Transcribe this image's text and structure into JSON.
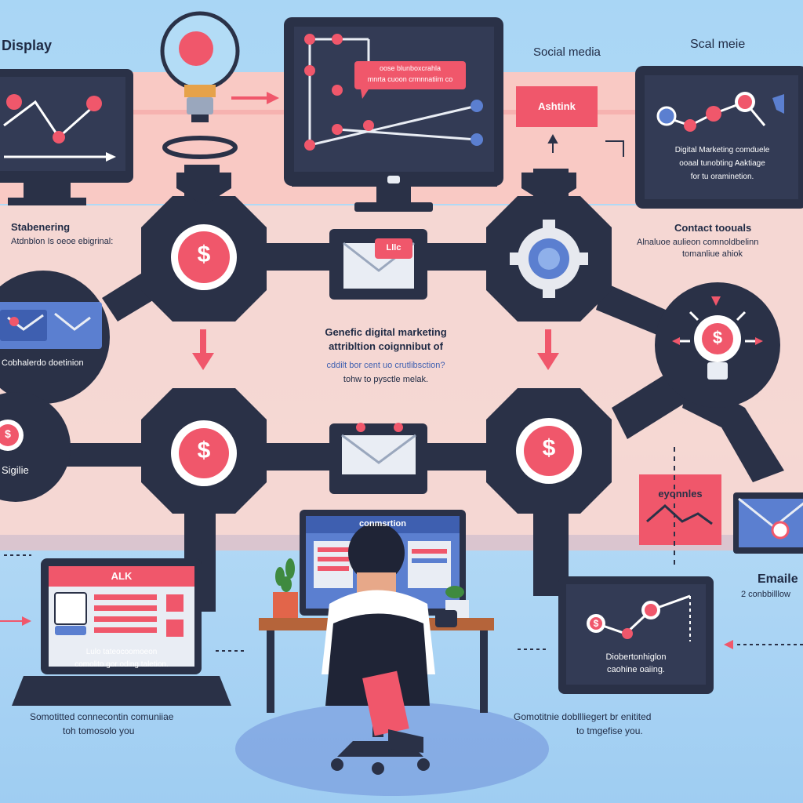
{
  "labels": {
    "display": "Display",
    "social_media": "Social media",
    "scal_meie": "Scal meie",
    "stabenering": "Stabenering",
    "stabenering_sub": "Atdnblon Is oeoe ebigrinal:",
    "contact_tools": "Contact toouals",
    "contact_tools_sub1": "Alnaluoe aulieon comnoldbelinn",
    "contact_tools_sub2": "tomanliue ahiok",
    "left_card_caption": "Cobhalerdo doetinion",
    "left_edge": "Sigilie",
    "emails": "Emaile",
    "emails_sub": "2 conbbilllow",
    "center_title1": "Genefic digital marketing",
    "center_title2": "attribltion coignnibut of",
    "center_sub1": "cddilt bor cent uo crutlibsction?",
    "center_sub2": "tohw to pysctle melak.",
    "bottom_left_caption1": "Somotitted connecontin comuniiae",
    "bottom_left_caption2": "toh tomosolo you",
    "bottom_right_caption1": "Gomotitnie dobllliegert br enitited",
    "bottom_right_caption2": "to tmgefise you."
  },
  "screens": {
    "top_center_bubble1": "oose blunboxcrahla",
    "top_center_bubble2": "mnrta cuoon crmnnatiim co",
    "top_right_line1": "Digital Marketing comduele",
    "top_right_line2": "ooaal tunobting Aaktiage",
    "top_right_line3": "for tu oraminetion.",
    "social_tag": "Ashtink",
    "envelope_tag": "Lllc",
    "laptop_header": "ALK",
    "laptop_line1": "Lulo tateocoomoeon",
    "laptop_line2": "comolito gor oding taletion.",
    "desk_monitor_header": "conmsrtion",
    "right_bottom_line1": "Diobertonhiglon",
    "right_bottom_line2": "caohine oaiing.",
    "right_card_tag": "eyonnles"
  },
  "icons": {
    "dollar": "$",
    "accent_pink": "#f0576b",
    "accent_navy": "#2a3147",
    "accent_blue": "#5b7fd0"
  }
}
